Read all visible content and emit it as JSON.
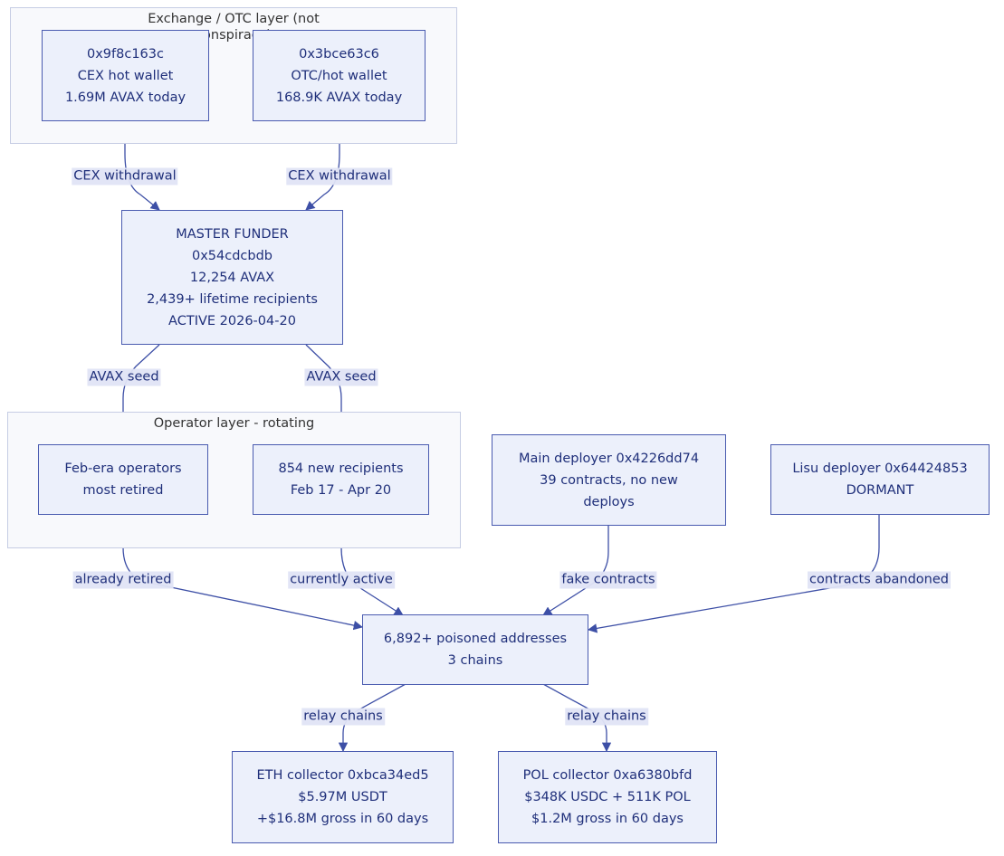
{
  "clusters": {
    "exchange": {
      "title_line1": "Exchange / OTC layer (not",
      "title_line2": "conspiracy)"
    },
    "operator": {
      "title": "Operator layer - rotating"
    }
  },
  "nodes": {
    "cex_hot": [
      "0x9f8c163c",
      "CEX hot wallet",
      "1.69M AVAX today"
    ],
    "otc_hot": [
      "0x3bce63c6",
      "OTC/hot wallet",
      "168.9K AVAX today"
    ],
    "master": [
      "MASTER FUNDER",
      "0x54cdcbdb",
      "12,254 AVAX",
      "2,439+ lifetime recipients",
      "ACTIVE 2026-04-20"
    ],
    "feb_ops": [
      "Feb-era operators",
      "most retired"
    ],
    "new_recips": [
      "854 new recipients",
      "Feb 17 - Apr 20"
    ],
    "main_deployer": [
      "Main deployer 0x4226dd74",
      "39 contracts, no new",
      "deploys"
    ],
    "lisu_deployer": [
      "Lisu deployer 0x64424853",
      "DORMANT"
    ],
    "poisoned": [
      "6,892+ poisoned addresses",
      "3 chains"
    ],
    "eth_collector": [
      "ETH collector 0xbca34ed5",
      "$5.97M USDT",
      "+$16.8M gross in 60 days"
    ],
    "pol_collector": [
      "POL collector 0xa6380bfd",
      "$348K USDC + 511K POL",
      "$1.2M gross in 60 days"
    ]
  },
  "edges": {
    "cex_withdrawal_1": "CEX withdrawal",
    "cex_withdrawal_2": "CEX withdrawal",
    "avax_seed_1": "AVAX seed",
    "avax_seed_2": "AVAX seed",
    "already_retired": "already retired",
    "currently_active": "currently active",
    "fake_contracts": "fake contracts",
    "contracts_abandoned": "contracts abandoned",
    "relay_chains_1": "relay chains",
    "relay_chains_2": "relay chains"
  },
  "colors": {
    "node_fill": "#ecf0fb",
    "node_border": "#4a5bb0",
    "text": "#1f2f7a",
    "cluster_fill": "#f8f9fc",
    "edge": "#3d4fa6"
  }
}
